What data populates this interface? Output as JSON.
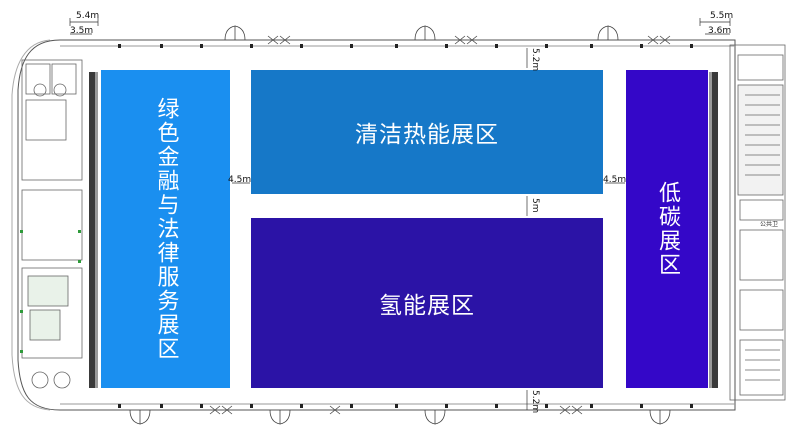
{
  "zones": {
    "green_finance": {
      "label": "绿色金融与法律服务展区",
      "color": "#1a8ff0"
    },
    "clean_heat": {
      "label": "清洁热能展区",
      "color": "#1678c8"
    },
    "hydrogen": {
      "label": "氢能展区",
      "color": "#2b13a6"
    },
    "low_carbon": {
      "label": "低碳展区",
      "color": "#3407c8"
    }
  },
  "dimensions": {
    "top_left_outer": "5.4m",
    "top_left_inner": "3.5m",
    "top_right_outer": "5.5m",
    "top_right_inner": "3.6m",
    "gap_top": "5.2m",
    "gap_middle": "5m",
    "gap_bottom": "5.2m",
    "aisle_left": "4.5m",
    "aisle_right": "4.5m"
  },
  "room_label": "公共卫"
}
